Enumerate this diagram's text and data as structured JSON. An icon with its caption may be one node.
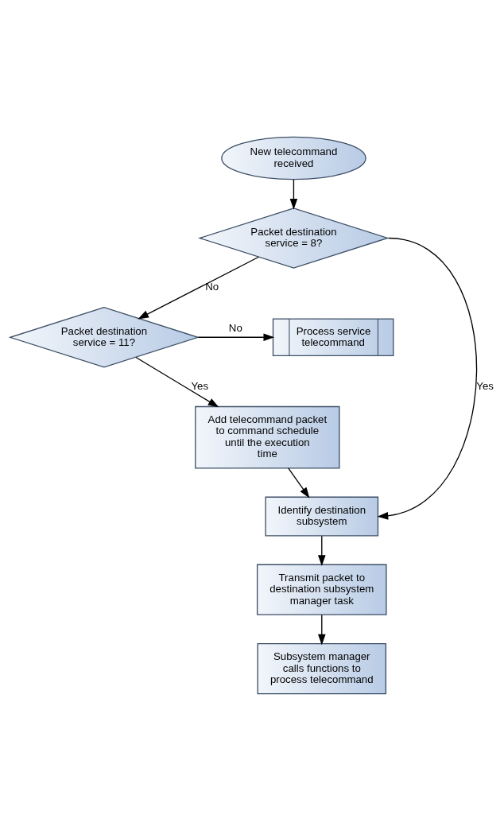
{
  "diagram": {
    "nodes": [
      {
        "text": [
          "New telecommand received"
        ]
      },
      {
        "text": [
          "Packet destination service = 8?"
        ]
      },
      {
        "text": [
          "Packet destination service = 11?"
        ]
      },
      {
        "text": [
          "Process service telecommand"
        ]
      },
      {
        "text": [
          "Add telecommand packet to command schedule until the execution time"
        ]
      },
      {
        "text": [
          "Identify destination subsystem"
        ]
      },
      {
        "text": [
          "Transmit packet to destination subsystem manager task"
        ]
      },
      {
        "text": [
          "Subsystem manager calls functions to process telecommand"
        ]
      }
    ],
    "edges": [
      {
        "from": 0,
        "to": 1,
        "arrow": "to"
      },
      {
        "from": 1,
        "to": 2,
        "arrow": "to",
        "label": "No"
      },
      {
        "from": 2,
        "to": 3,
        "arrow": "to",
        "label": "No"
      },
      {
        "from": 2,
        "to": 4,
        "arrow": "to",
        "label": "Yes"
      },
      {
        "from": 4,
        "to": 5,
        "arrow": "to"
      },
      {
        "from": 1,
        "to": 5,
        "arrow": "to",
        "label": "Yes"
      },
      {
        "from": 5,
        "to": 6,
        "arrow": "to"
      },
      {
        "from": 6,
        "to": 7,
        "arrow": "to"
      }
    ]
  }
}
